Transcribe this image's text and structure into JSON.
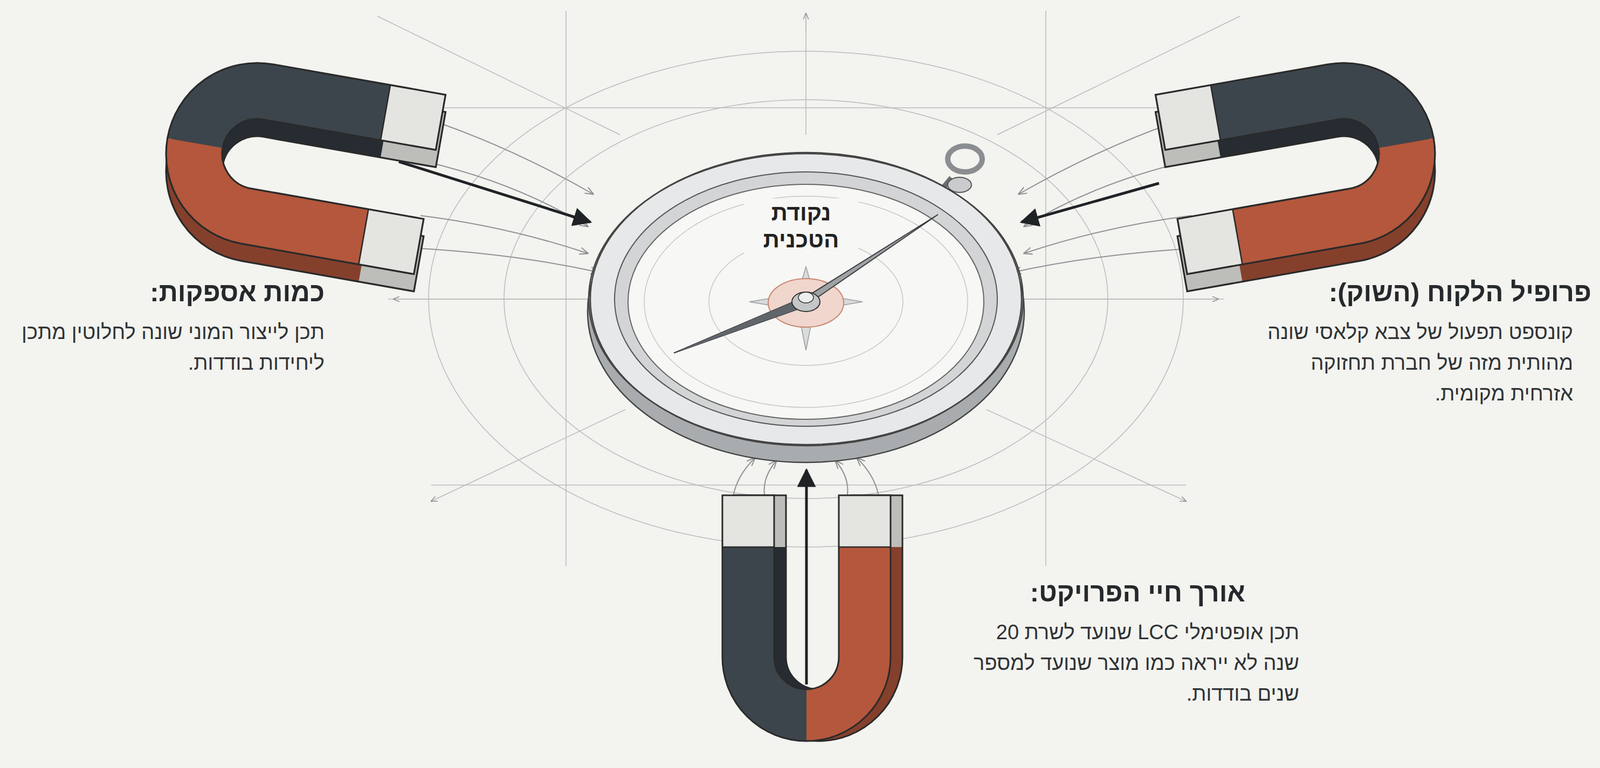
{
  "diagram": {
    "nodes": [
      {
        "text": [
          "נקודת הטכנית"
        ]
      }
    ],
    "labels": [
      "כמות אספקות:",
      "תכן לייצור המוני שונה לחלוטין מתכן ליחידות בודדות.",
      "פרופיל הלקוח (השוק):",
      "קונספט תפעול של צבא קלאסי שונה מהותית מזה של חברת תחזוקה אזרחית מקומית.",
      "אורך חיי הפרויקט:",
      "תכן אופטימלי LCC שנועד לשרת 20 שנה לא ייראה כמו מוצר שנועד למספר שנים בודדות."
    ]
  }
}
